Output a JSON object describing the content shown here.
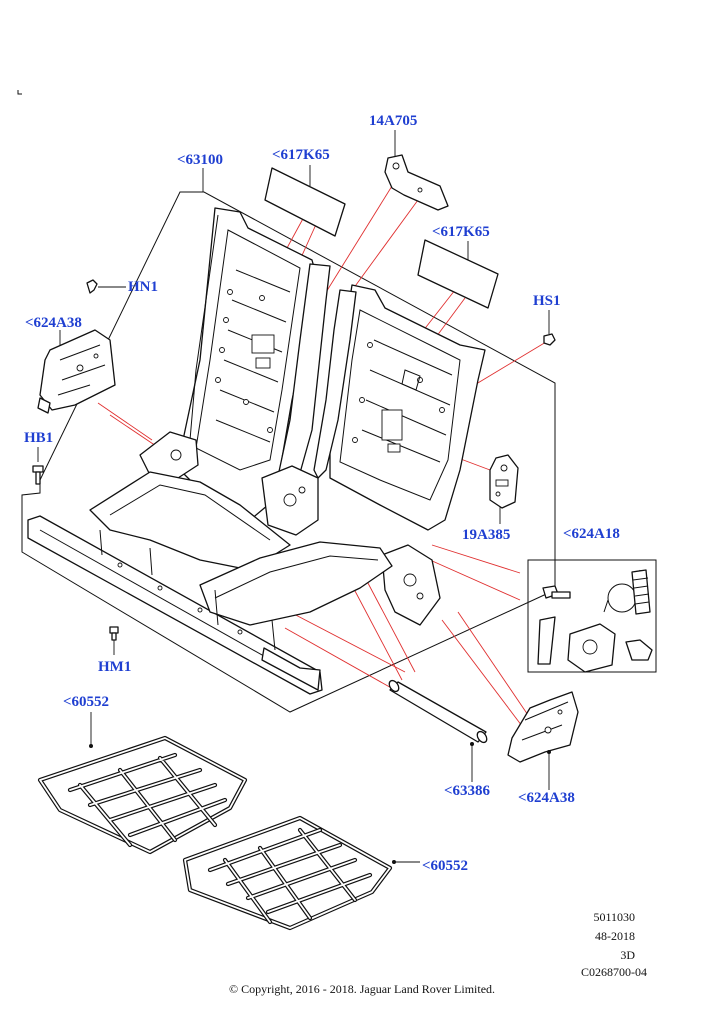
{
  "labels": {
    "l63100": "<63100",
    "l617K65_a": "<617K65",
    "l14A705": "14A705",
    "l617K65_b": "<617K65",
    "lHN1": "HN1",
    "l624A38_a": "<624A38",
    "lHS1": "HS1",
    "lHB1": "HB1",
    "l19A385": "19A385",
    "l624A18": "<624A18",
    "lHM1": "HM1",
    "l60552_a": "<60552",
    "l63386": "<63386",
    "l624A38_b": "<624A38",
    "l60552_b": "<60552"
  },
  "footer": {
    "code1": "5011030",
    "code2": "48-2018",
    "code3": "3D",
    "code4": "C0268700-04",
    "copyright": "© Copyright, 2016 - 2018. Jaguar Land Rover Limited."
  },
  "colors": {
    "label": "#1f3fd1",
    "leader": "#e03030",
    "line": "#111111"
  }
}
